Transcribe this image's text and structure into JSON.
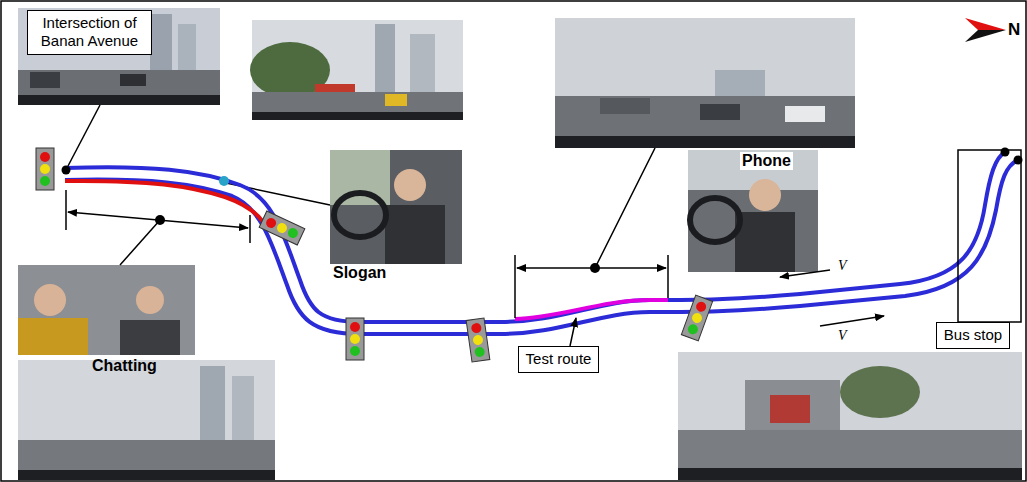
{
  "diagram": {
    "nodes": [
      {
        "text": [
          "Intersection of Banan Avenue"
        ]
      },
      {
        "text": [
          "Test route"
        ]
      },
      {
        "text": [
          "Bus stop"
        ]
      }
    ],
    "labels": [
      "Slogan",
      "Chatting",
      "Phone",
      "N",
      "V",
      "V"
    ]
  }
}
